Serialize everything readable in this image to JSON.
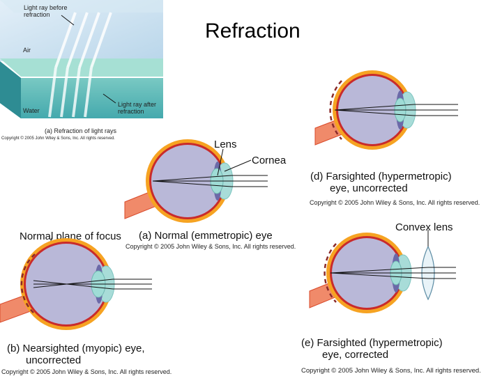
{
  "slide": {
    "title": "Refraction"
  },
  "panel_a_refraction": {
    "label_before": [
      "Light ray before",
      "refraction"
    ],
    "label_air": "Air",
    "label_after": [
      "Light ray after",
      "refraction"
    ],
    "label_water": "Water",
    "caption": "(a) Refraction of light rays",
    "copyright": "Copyright © 2005 John Wiley & Sons, Inc.  All rights reserved."
  },
  "eye_normal": {
    "label_lens": "Lens",
    "label_cornea": "Cornea",
    "label_focus": "Normal plane of focus",
    "caption": "(a) Normal (emmetropic) eye",
    "copyright": "Copyright © 2005 John Wiley & Sons, Inc.  All rights reserved."
  },
  "eye_myopic": {
    "caption": [
      "(b)  Nearsighted (myopic) eye,",
      "uncorrected"
    ],
    "copyright": "Copyright © 2005 John Wiley & Sons, Inc.  All rights reserved."
  },
  "eye_hyperopic_uncorrected": {
    "caption": [
      "(d)  Farsighted (hypermetropic)",
      "eye, uncorrected"
    ],
    "copyright": "Copyright © 2005 John Wiley & Sons, Inc.  All rights reserved."
  },
  "eye_hyperopic_corrected": {
    "label_lens": "Convex lens",
    "caption": [
      "(e)  Farsighted (hypermetropic)",
      "eye, corrected"
    ],
    "copyright": "Copyright © 2005 John Wiley & Sons, Inc.  All rights reserved."
  },
  "colors": {
    "water": "#5fc0bc",
    "air": "#c9e2f0",
    "sclera": "#f6a322",
    "choroid": "#c92b2b",
    "vitreous": "#b9b8d8",
    "cornea": "#a8dcd8"
  }
}
